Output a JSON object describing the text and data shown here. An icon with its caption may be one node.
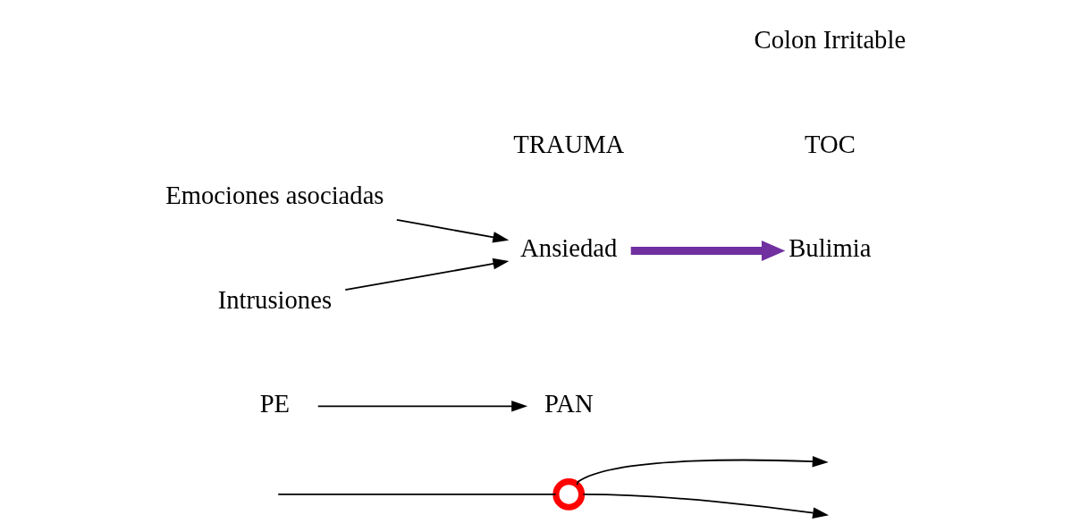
{
  "diagram": {
    "nodes": [
      {
        "text": [],
        "shape": "circle"
      },
      {
        "text": [
          "PE"
        ]
      },
      {
        "text": [
          "Emociones asociadas"
        ]
      },
      {
        "text": [
          "Intrusiones"
        ]
      },
      {
        "text": [
          "Ansiedad"
        ]
      },
      {
        "text": [
          "Bulimia"
        ]
      },
      {
        "text": [
          "PAN"
        ]
      }
    ],
    "edges": [
      {
        "from": null,
        "to": 0,
        "arrow": "none"
      },
      {
        "from": 0,
        "to": null,
        "arrow": "to"
      },
      {
        "from": 0,
        "to": null,
        "arrow": "to"
      },
      {
        "from": 1,
        "to": 6,
        "arrow": "to"
      },
      {
        "from": 2,
        "to": 4,
        "arrow": "to"
      },
      {
        "from": 3,
        "to": 4,
        "arrow": "to"
      },
      {
        "from": 4,
        "to": 5,
        "arrow": "to",
        "style": "thick",
        "color": "#7030a0"
      }
    ],
    "labels": [
      "TOC",
      "TRAUMA",
      "Colon Irritable"
    ]
  }
}
